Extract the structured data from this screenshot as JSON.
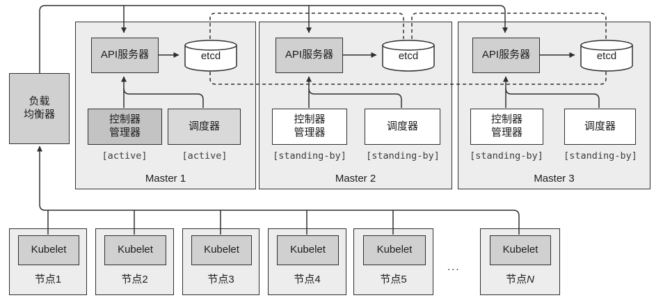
{
  "diagram_type": "kubernetes-ha-architecture",
  "colors": {
    "panel_fill": "#ededed",
    "box_fill_mid": "#d0d0d0",
    "box_fill_dark": "#c3c3c3",
    "box_fill_lighter": "#d9d9d9",
    "box_fill_white": "#ffffff",
    "line": "#2e2e2e",
    "status_text": "#3d3d3d"
  },
  "load_balancer": {
    "lines": [
      "负载",
      "均衡器"
    ]
  },
  "masters": [
    {
      "name": "Master 1",
      "api_server": "API服务器",
      "etcd": "etcd",
      "controller_manager_lines": [
        "控制器",
        "管理器"
      ],
      "scheduler": "调度器",
      "controller_status": "[active]",
      "scheduler_status": "[active]"
    },
    {
      "name": "Master 2",
      "api_server": "API服务器",
      "etcd": "etcd",
      "controller_manager_lines": [
        "控制器",
        "管理器"
      ],
      "scheduler": "调度器",
      "controller_status": "[standing-by]",
      "scheduler_status": "[standing-by]"
    },
    {
      "name": "Master 3",
      "api_server": "API服务器",
      "etcd": "etcd",
      "controller_manager_lines": [
        "控制器",
        "管理器"
      ],
      "scheduler": "调度器",
      "controller_status": "[standing-by]",
      "scheduler_status": "[standing-by]"
    }
  ],
  "nodes": [
    {
      "kubelet": "Kubelet",
      "name_prefix": "节点",
      "name_suffix": "1"
    },
    {
      "kubelet": "Kubelet",
      "name_prefix": "节点",
      "name_suffix": "2"
    },
    {
      "kubelet": "Kubelet",
      "name_prefix": "节点",
      "name_suffix": "3"
    },
    {
      "kubelet": "Kubelet",
      "name_prefix": "节点",
      "name_suffix": "4"
    },
    {
      "kubelet": "Kubelet",
      "name_prefix": "节点",
      "name_suffix": "5"
    },
    {
      "kubelet": "Kubelet",
      "name_prefix": "节点",
      "name_suffix": "N"
    }
  ],
  "ellipsis": "..."
}
